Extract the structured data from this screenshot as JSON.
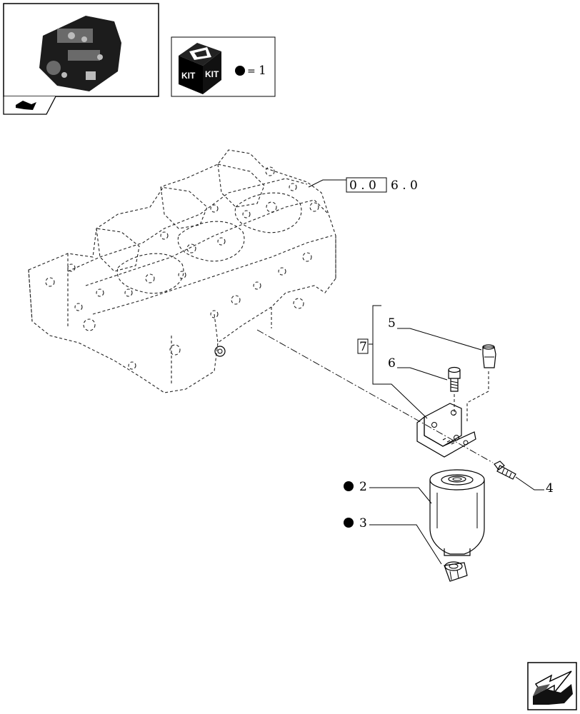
{
  "kit_legend": {
    "kit_text_left": "KIT",
    "kit_text_right": "KIT",
    "equals": "=",
    "value": "1"
  },
  "reference": {
    "boxed": "0 . 0",
    "rest": "6 . 0"
  },
  "group_label": "7",
  "callouts": {
    "c2": "2",
    "c3": "3",
    "c4": "4",
    "c5": "5",
    "c6": "6"
  },
  "icons": [
    "engine-thumbnail",
    "book-tab-icon",
    "kit-box-icon",
    "bullet-dot",
    "navigation-arrow-icon"
  ]
}
